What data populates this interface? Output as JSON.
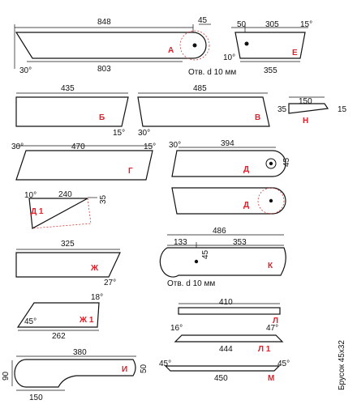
{
  "colors": {
    "outline": "#111111",
    "label": "#e0202a",
    "guide": "#cc2222"
  },
  "parts": {
    "A": {
      "label": "А",
      "top": "848",
      "bottom": "803",
      "angle": "30°",
      "right": "45",
      "hole": "Отв. d 10 мм"
    },
    "E": {
      "label": "Е",
      "left_top": "50",
      "top": "305",
      "angle_r": "15°",
      "angle_l": "10°",
      "bottom": "355"
    },
    "B": {
      "label": "Б",
      "top": "435",
      "angle": "15°"
    },
    "V": {
      "label": "В",
      "top": "485",
      "angle": "30°"
    },
    "N": {
      "label": "Н",
      "top": "150",
      "left": "35",
      "right": "15"
    },
    "G": {
      "label": "Г",
      "angle_l": "30°",
      "top": "470",
      "angle_r": "15°"
    },
    "D": {
      "label": "Д",
      "angle": "30°",
      "top": "394",
      "right": "45"
    },
    "D1": {
      "label": "Д 1",
      "angle": "10°",
      "top": "240",
      "right": "35"
    },
    "ZH": {
      "label": "Ж",
      "top": "325",
      "angle": "27°"
    },
    "K": {
      "label": "К",
      "top": "486",
      "left": "133",
      "right": "353",
      "hole_dim": "45",
      "hole": "Отв. d 10 мм"
    },
    "ZH1": {
      "label": "Ж 1",
      "angle_l": "45°",
      "angle_r": "18°",
      "bottom": "262"
    },
    "L": {
      "label": "Л",
      "top": "410"
    },
    "L1": {
      "label": "Л 1",
      "angle_l": "16°",
      "angle_r": "47°",
      "bottom": "444"
    },
    "I": {
      "label": "И",
      "top": "380",
      "left": "90",
      "right": "50",
      "bottom": "150"
    },
    "M": {
      "label": "М",
      "angle_l": "45°",
      "angle_r": "45°",
      "bottom": "450"
    }
  },
  "side_note": "Брусок 45х32"
}
